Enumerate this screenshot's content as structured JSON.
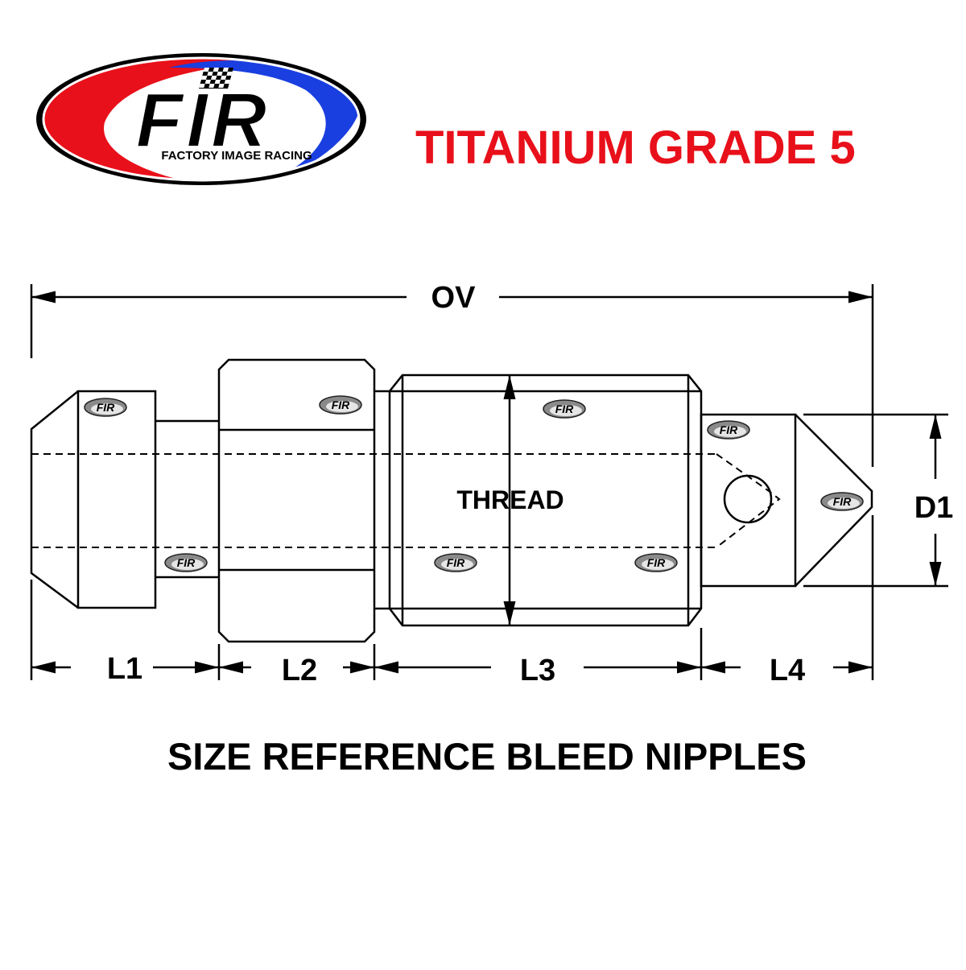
{
  "brand": {
    "logo_text": "FIR",
    "logo_subtext": "FACTORY IMAGE RACING",
    "colors": {
      "red": "#e8101a",
      "blue": "#1a3fe0",
      "black": "#000000"
    }
  },
  "header": {
    "title": "TITANIUM GRADE 5"
  },
  "drawing": {
    "overall_label": "OV",
    "thread_label": "THREAD",
    "diameter_label": "D1",
    "length_labels": [
      "L1",
      "L2",
      "L3",
      "L4"
    ],
    "watermark_text": "FIR",
    "watermark_count": 8
  },
  "footer": {
    "caption": "SIZE REFERENCE BLEED NIPPLES"
  }
}
